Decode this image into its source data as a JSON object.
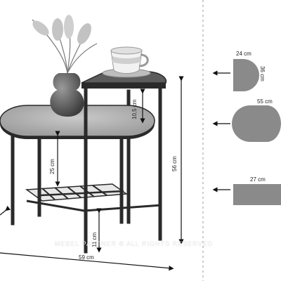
{
  "dimensions": {
    "table_height": "56 cm",
    "upper_gap": "10,5 cm",
    "lower_gap": "25 cm",
    "shelf_height": "11 cm",
    "total_width": "59 cm"
  },
  "top_shapes": {
    "half_round": {
      "width": "24 cm",
      "depth": "36 cm"
    },
    "oval": {
      "width": "55 cm"
    },
    "shelf": {
      "width": "27 cm"
    }
  },
  "watermark": "MEBEL PARTNER © ALL RIGHTS RESERVED",
  "colors": {
    "frame": "#2a2a2a",
    "oval_top": "#b5b5b5",
    "upper_top": "#5c5c5c",
    "shape_fill": "#8a8a8a",
    "divider": "#9a9a9a"
  }
}
